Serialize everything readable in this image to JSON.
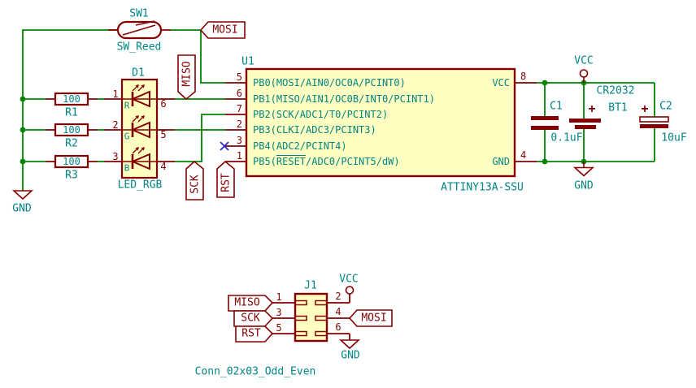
{
  "colors": {
    "wire_green": "#008400",
    "symbol_maroon": "#840000",
    "body_fill_yellow": "#FFFFC2",
    "text_teal": "#008484",
    "noconnect_blue": "#2A2AC8",
    "background": "#FFFFFF"
  },
  "power": {
    "vcc": "VCC",
    "gnd": "GND",
    "plus": "+"
  },
  "switch": {
    "ref": "SW1",
    "value": "SW_Reed"
  },
  "net_labels": {
    "mosi": "MOSI",
    "miso": "MISO",
    "sck": "SCK",
    "rst": "RST"
  },
  "resistors": [
    {
      "ref": "R1",
      "value": "100"
    },
    {
      "ref": "R2",
      "value": "100"
    },
    {
      "ref": "R3",
      "value": "100"
    }
  ],
  "led": {
    "ref": "D1",
    "value": "LED_RGB",
    "channels": [
      "R",
      "G",
      "B"
    ],
    "pins_left": [
      "1",
      "2",
      "3"
    ],
    "pins_right": [
      "6",
      "5",
      "4"
    ]
  },
  "ic": {
    "ref": "U1",
    "value": "ATTINY13A-SSU",
    "left_pins": [
      {
        "num": "5",
        "name": "PB0(MOSI/AIN0/OC0A/PCINT0)"
      },
      {
        "num": "6",
        "name": "PB1(MISO/AIN1/OC0B/INT0/PCINT1)"
      },
      {
        "num": "7",
        "name": "PB2(SCK/ADC1/T0/PCINT2)"
      },
      {
        "num": "2",
        "name": "PB3(CLKI/ADC3/PCINT3)"
      },
      {
        "num": "3",
        "name": "PB4(ADC2/PCINT4)"
      },
      {
        "num": "1",
        "name_pre": "PB5(",
        "name_overline": "RESET",
        "name_post": "/ADC0/PCINT5/dW)"
      }
    ],
    "vcc_pin": {
      "num": "8",
      "name": "VCC"
    },
    "gnd_pin": {
      "num": "4",
      "name": "GND"
    }
  },
  "capacitors": [
    {
      "ref": "C1",
      "value": "0.1uF"
    },
    {
      "ref": "C2",
      "value": "10uF"
    }
  ],
  "battery": {
    "ref": "BT1",
    "value": "CR2032"
  },
  "connector": {
    "ref": "J1",
    "value": "Conn_02x03_Odd_Even",
    "left_pins": [
      {
        "num": "1",
        "label": "MISO"
      },
      {
        "num": "3",
        "label": "SCK"
      },
      {
        "num": "5",
        "label": "RST"
      }
    ],
    "right_pins": [
      {
        "num": "2",
        "label": "VCC"
      },
      {
        "num": "4",
        "label": "MOSI"
      },
      {
        "num": "6",
        "label": "GND"
      }
    ]
  }
}
